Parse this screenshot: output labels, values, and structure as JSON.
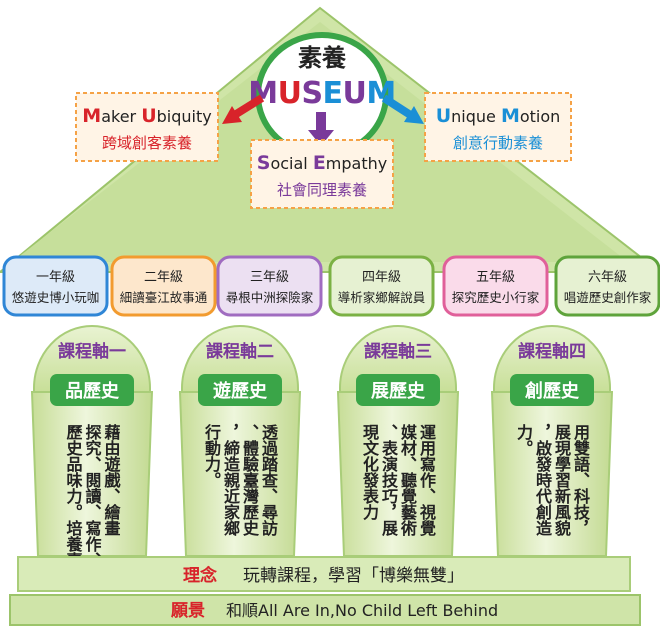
{
  "header": {
    "title_cn": "素養",
    "museum_letters": [
      {
        "ch": "M",
        "color": "#7a3a9a"
      },
      {
        "ch": "U",
        "color": "#d8232a"
      },
      {
        "ch": "S",
        "color": "#7a3a9a"
      },
      {
        "ch": "E",
        "color": "#1a8fd6"
      },
      {
        "ch": "U",
        "color": "#7a3a9a"
      },
      {
        "ch": "M",
        "color": "#1a8fd6"
      }
    ]
  },
  "pillars": {
    "maker": {
      "cap1": "M",
      "rest1": "aker ",
      "cap2": "U",
      "rest2": "biquity",
      "sub": "跨域創客素養"
    },
    "social": {
      "cap1": "S",
      "rest1": "ocial ",
      "cap2": "E",
      "rest2": "mpathy",
      "sub": "社會同理素養"
    },
    "unique": {
      "cap1": "U",
      "rest1": "nique ",
      "cap2": "M",
      "rest2": "otion",
      "sub": "創意行動素養"
    }
  },
  "grades": [
    {
      "line1": "一年級",
      "line2": "悠遊史博小玩咖",
      "fill": "#ddeaf8",
      "stroke": "#2f86d6"
    },
    {
      "line1": "二年級",
      "line2": "細讀臺江故事通",
      "fill": "#fde7cc",
      "stroke": "#f29b2f"
    },
    {
      "line1": "三年級",
      "line2": "尋根中洲探險家",
      "fill": "#ece0f2",
      "stroke": "#a06cc0"
    },
    {
      "line1": "四年級",
      "line2": "導析家鄉解說員",
      "fill": "#e6f1d2",
      "stroke": "#7bb144"
    },
    {
      "line1": "五年級",
      "line2": "探究歷史小行家",
      "fill": "#fadbea",
      "stroke": "#e0609a"
    },
    {
      "line1": "六年級",
      "line2": "唱遊歷史創作家",
      "fill": "#e6f1d2",
      "stroke": "#5ea33b"
    }
  ],
  "columns": [
    {
      "axis": "課程軸一",
      "name": "品歷史",
      "lines": [
        "藉由遊戲、繪畫",
        "探究、閱讀、寫作、",
        "歷史品味力。培養臺灣"
      ]
    },
    {
      "axis": "課程軸二",
      "name": "遊歷史",
      "lines": [
        "透過踏查、尋訪",
        "、體驗臺灣歷史",
        "，締造親近家鄉",
        "行動力。"
      ]
    },
    {
      "axis": "課程軸三",
      "name": "展歷史",
      "lines": [
        "運用寫作、視覺",
        "媒材、聽覺藝術",
        "、表演技巧，展",
        "現文化發表力"
      ]
    },
    {
      "axis": "課程軸四",
      "name": "創歷史",
      "lines": [
        "用雙語、科技，",
        "展現學習新風貌",
        "，啟發時代創造",
        "力。"
      ]
    }
  ],
  "base": {
    "concept_label": "理念",
    "concept_text": "玩轉課程，學習「博樂無雙」",
    "vision_label": "願景",
    "vision_text": "和順All Are In,No Child Left Behind"
  }
}
